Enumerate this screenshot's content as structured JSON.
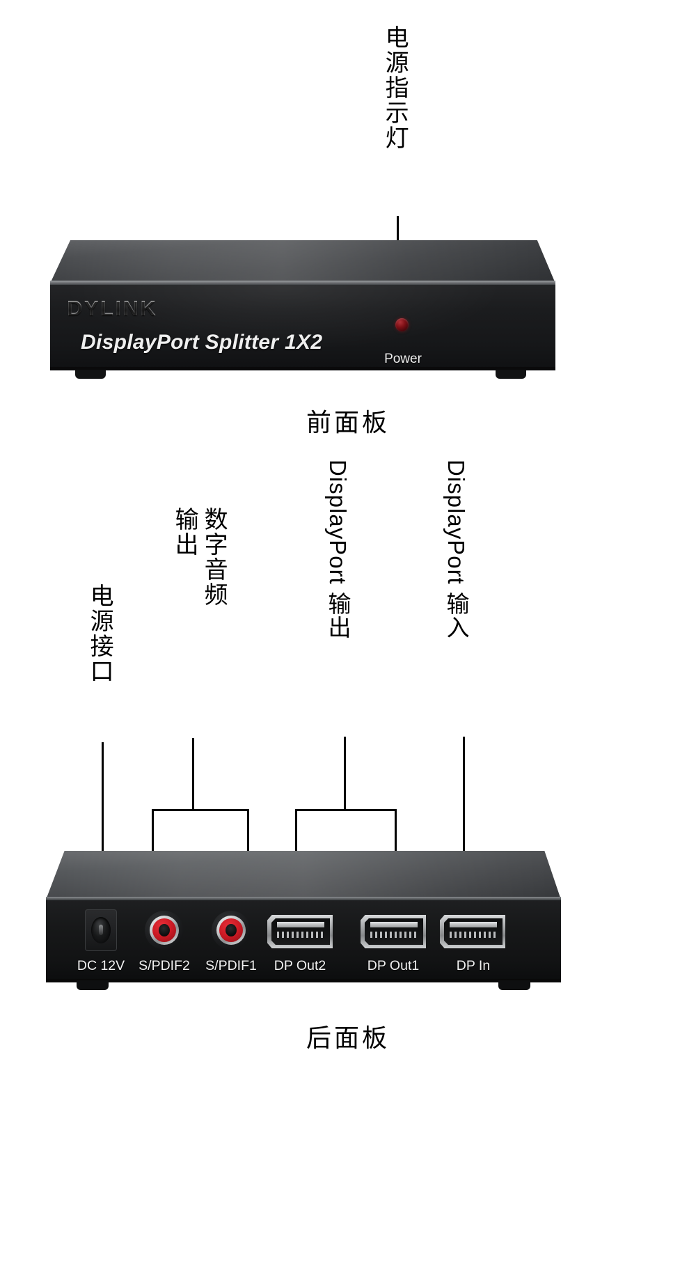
{
  "front_section": {
    "callout": {
      "label": "电源指示灯",
      "target": "power-led"
    },
    "device": {
      "brand_logo": "DYLINK",
      "model_text": "DisplayPort Splitter 1X2",
      "led_label": "Power",
      "led_color": "#7e1016"
    },
    "caption": "前面板"
  },
  "rear_section": {
    "callouts": [
      {
        "label": "电源接口",
        "target": "dc-12v-jack",
        "style": "line"
      },
      {
        "label_line1": "数字音频",
        "label_line2": "输出",
        "target": "spdif-pair",
        "style": "bracket"
      },
      {
        "label": "DisplayPort 输出",
        "target": "dp-out-pair",
        "style": "bracket"
      },
      {
        "label": "DisplayPort 输入",
        "target": "dp-in",
        "style": "line"
      }
    ],
    "ports": [
      {
        "id": "dc-12v-jack",
        "label": "DC 12V",
        "type": "dc-barrel-jack"
      },
      {
        "id": "spdif2",
        "label": "S/PDIF2",
        "type": "rca-jack",
        "color": "#cc1a24"
      },
      {
        "id": "spdif1",
        "label": "S/PDIF1",
        "type": "rca-jack",
        "color": "#cc1a24"
      },
      {
        "id": "dp-out2",
        "label": "DP Out2",
        "type": "displayport"
      },
      {
        "id": "dp-out1",
        "label": "DP Out1",
        "type": "displayport"
      },
      {
        "id": "dp-in",
        "label": "DP In",
        "type": "displayport"
      }
    ],
    "caption": "后面板"
  }
}
